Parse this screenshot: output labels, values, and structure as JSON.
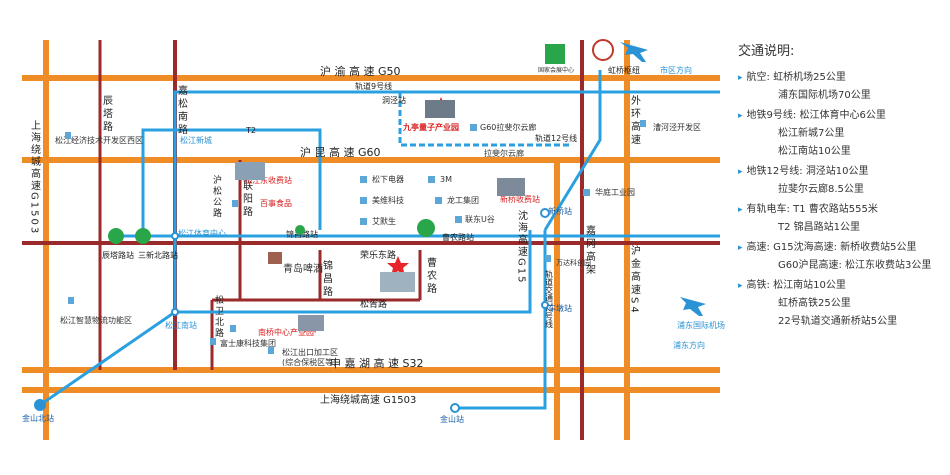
{
  "roads": {
    "hu_yu": "沪 渝 高 速 G50",
    "hu_kun": "沪 昆 高 速 G60",
    "shen_jia_hu": "申 嘉 湖 高 速 S32",
    "shanghai_ring_bottom": "上海绕城高速 G1503",
    "shanghai_ring_left": "上海绕城高速G1503",
    "chen_ta": "辰塔路",
    "jia_song_nan": "嘉松南路",
    "hu_song": "沪松公路",
    "lian_yang": "联阳路",
    "jin_chang": "锦昌路",
    "song_wei_bei": "松卫北路",
    "rong_le_dong": "荣乐东路",
    "song_xu": "松胥路",
    "cao_nong": "曹农路",
    "shen_hai": "沈海高速G15",
    "jia_gang": "嘉冈高架",
    "hu_jin": "沪金高速S4",
    "wai_huan": "外环高速",
    "gui_dao_22": "轨道交通22号线"
  },
  "transit": {
    "line9": "轨道9号线",
    "line12": "轨道12号线",
    "t2": "T2",
    "dong_jing": "洞泾站",
    "song_jiang_ti_yu": "松江体育中心",
    "cao_nong_station": "曹农路站",
    "jin_chang_station": "锦昌路站",
    "chen_ta_station": "辰塔路站",
    "san_xin_bei": "三新北路站",
    "song_jiang_nan": "松江南站",
    "song_jiang_xin_cheng": "松江新城",
    "xin_qiao": "新桥站",
    "che_dun": "车墩站",
    "jin_shan": "金山站",
    "jin_shan_bei": "金山北站",
    "hong_qiao_hub": "虹桥枢纽",
    "shi_qu_fang_xiang": "市区方向",
    "pu_dong_fang_xiang": "浦东方向",
    "pu_dong_airport": "浦东国际机场"
  },
  "places": {
    "jiu_ting": "九亭量子产业园",
    "g60_brain": "G60拉斐尔云廊",
    "la_fei_er": "拉斐尔云廊",
    "expo": "国家会展中心",
    "songjiang_econ": "松江经济技术开发区西区",
    "songjiang_east_toll": "松江东收费站",
    "bai_shi": "百事食品",
    "song_xia": "松下电器",
    "mei_wei": "美维科技",
    "ai_kai": "艾默生",
    "three_m": "3M",
    "long_gong": "龙工集团",
    "lian_dong": "联东U谷",
    "xin_qiao_toll": "新桥收费站",
    "wan_da": "万达科创园",
    "hua_ting": "华庭工业园",
    "cao_he_jing": "漕河泾开发区",
    "qing_dao": "青岛啤酒",
    "fu_shi_kang": "富士康科技集团",
    "song_jiang_export": "松江出口加工区",
    "zong_he_bao_shui": "(综合保税区等)",
    "smart_logistics": "松江智慧物流功能区",
    "nan_qiao": "南桥中心产业园"
  },
  "legend": {
    "title": "交通说明:",
    "items": [
      {
        "head": "航空:",
        "text": "虹桥机场25公里"
      },
      {
        "head": "",
        "text": "浦东国际机场70公里"
      },
      {
        "head": "地铁9号线:",
        "text": "松江体育中心6公里"
      },
      {
        "head": "",
        "text": "松江新城7公里"
      },
      {
        "head": "",
        "text": "松江南站10公里"
      },
      {
        "head": "地铁12号线:",
        "text": "洞泾站10公里"
      },
      {
        "head": "",
        "text": "拉斐尔云廊8.5公里"
      },
      {
        "head": "有轨电车:",
        "text": "T1 曹农路站555米"
      },
      {
        "head": "",
        "text": "T2 锦昌路站1公里"
      },
      {
        "head": "高速:",
        "text": "G15沈海高速: 新桥收费站5公里"
      },
      {
        "head": "",
        "text": "G60沪昆高速: 松江东收费站3公里"
      },
      {
        "head": "高铁:",
        "text": "松江南站10公里"
      },
      {
        "head": "",
        "text": "虹桥高铁25公里"
      },
      {
        "head": "",
        "text": "22号轨道交通新桥站5公里"
      }
    ]
  },
  "colors": {
    "expressway": "#ef8c25",
    "arterial": "#9b2a2a",
    "metro": "#2aa0e0",
    "star": "#e8262a"
  }
}
